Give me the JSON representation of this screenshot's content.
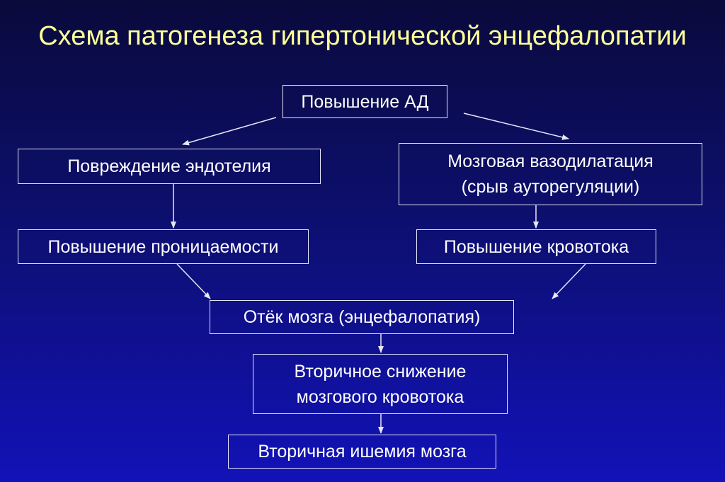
{
  "slide": {
    "title": "Схема патогенеза гипертонической энцефалопатии"
  },
  "diagram": {
    "nodes": {
      "bp_increase": "Повышение АД",
      "endothelium_damage": "Повреждение эндотелия",
      "vasodilation_line1": "Мозговая вазодилатация",
      "vasodilation_line2": "(срыв ауторегуляции)",
      "permeability_increase": "Повышение проницаемости",
      "blood_flow_increase": "Повышение кровотока",
      "brain_edema": "Отёк мозга (энцефалопатия)",
      "secondary_decrease_line1": "Вторичное снижение",
      "secondary_decrease_line2": "мозгового кровотока",
      "secondary_ischemia": "Вторичная ишемия мозга"
    },
    "edges": [
      {
        "from": "bp_increase",
        "to": "endothelium_damage"
      },
      {
        "from": "bp_increase",
        "to": "vasodilation"
      },
      {
        "from": "endothelium_damage",
        "to": "permeability_increase"
      },
      {
        "from": "vasodilation",
        "to": "blood_flow_increase"
      },
      {
        "from": "permeability_increase",
        "to": "brain_edema"
      },
      {
        "from": "blood_flow_increase",
        "to": "brain_edema"
      },
      {
        "from": "brain_edema",
        "to": "secondary_decrease"
      },
      {
        "from": "secondary_decrease",
        "to": "secondary_ischemia"
      }
    ],
    "colors": {
      "title": "#ffff99",
      "text": "#ffffff",
      "border": "#e6e6f5",
      "arrow": "#e6e6f5",
      "background_top": "#0a0a3c",
      "background_bottom": "#1212b8"
    }
  }
}
